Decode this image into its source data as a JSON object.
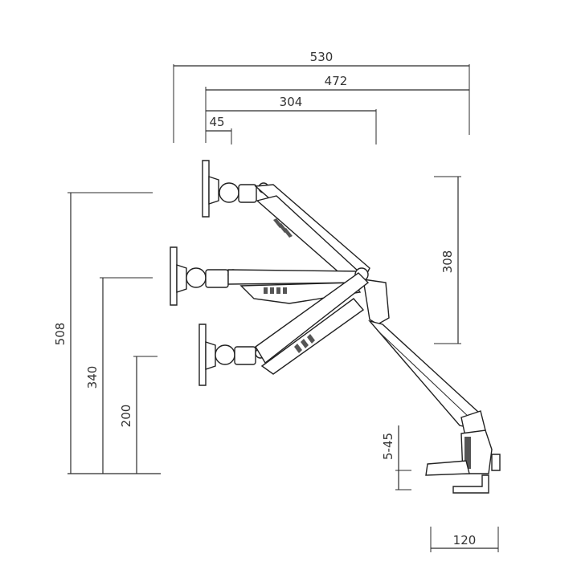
{
  "dimensions": {
    "width_530": "530",
    "width_472": "472",
    "width_304": "304",
    "width_45": "45",
    "height_508": "508",
    "height_340": "340",
    "height_200": "200",
    "height_308": "308",
    "clamp_range": "5-45",
    "base_width": "120"
  },
  "colors": {
    "line": "#2b2b2b",
    "text": "#333333"
  }
}
